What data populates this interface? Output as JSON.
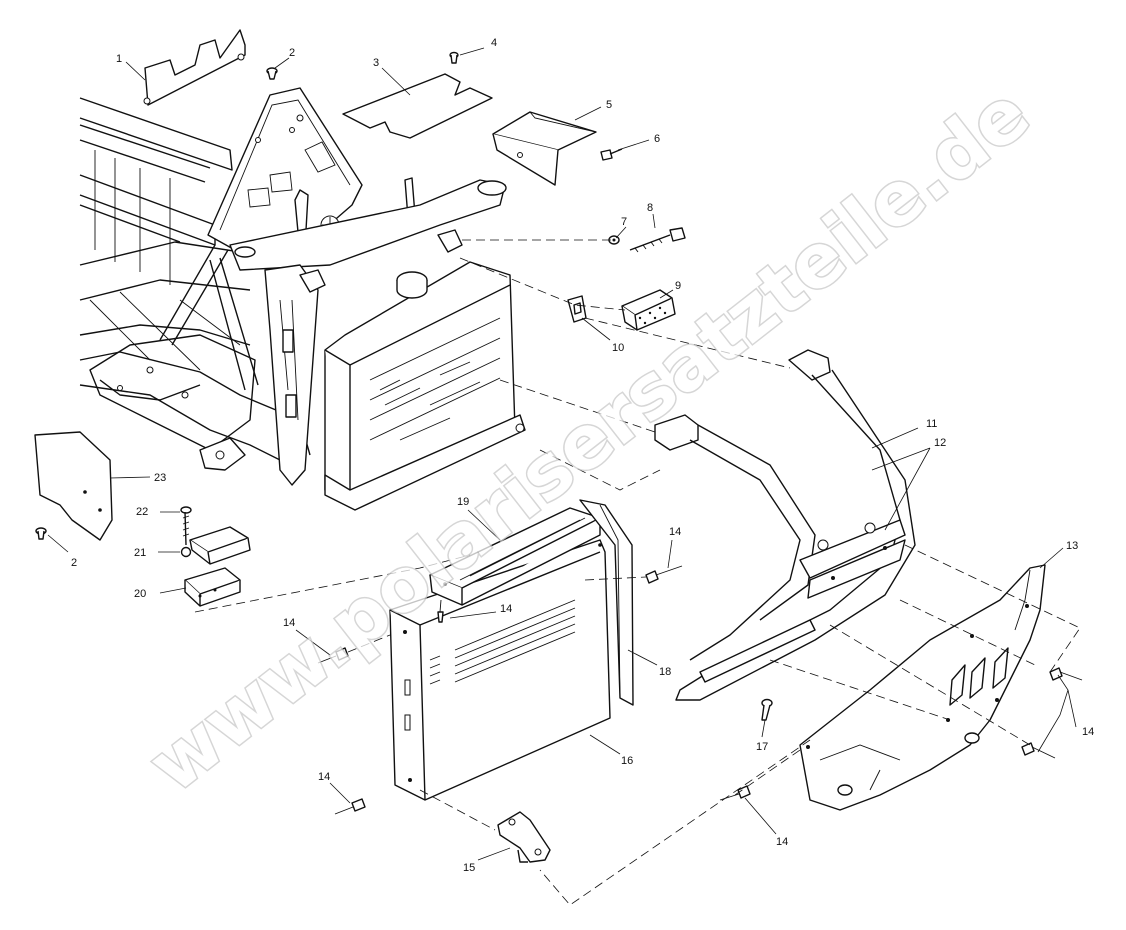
{
  "diagram": {
    "watermark": "www.polarisersatzteile.de",
    "callouts": [
      {
        "id": "1",
        "label": "1"
      },
      {
        "id": "2a",
        "label": "2"
      },
      {
        "id": "3",
        "label": "3"
      },
      {
        "id": "4",
        "label": "4"
      },
      {
        "id": "5",
        "label": "5"
      },
      {
        "id": "6",
        "label": "6"
      },
      {
        "id": "7",
        "label": "7"
      },
      {
        "id": "8",
        "label": "8"
      },
      {
        "id": "9",
        "label": "9"
      },
      {
        "id": "10",
        "label": "10"
      },
      {
        "id": "11",
        "label": "11"
      },
      {
        "id": "12",
        "label": "12"
      },
      {
        "id": "13",
        "label": "13"
      },
      {
        "id": "14a",
        "label": "14"
      },
      {
        "id": "14b",
        "label": "14"
      },
      {
        "id": "14c",
        "label": "14"
      },
      {
        "id": "14d",
        "label": "14"
      },
      {
        "id": "14e",
        "label": "14"
      },
      {
        "id": "14f",
        "label": "14"
      },
      {
        "id": "15",
        "label": "15"
      },
      {
        "id": "16",
        "label": "16"
      },
      {
        "id": "17",
        "label": "17"
      },
      {
        "id": "18",
        "label": "18"
      },
      {
        "id": "19",
        "label": "19"
      },
      {
        "id": "20",
        "label": "20"
      },
      {
        "id": "21",
        "label": "21"
      },
      {
        "id": "22",
        "label": "22"
      },
      {
        "id": "23",
        "label": "23"
      },
      {
        "id": "2b",
        "label": "2"
      }
    ]
  }
}
